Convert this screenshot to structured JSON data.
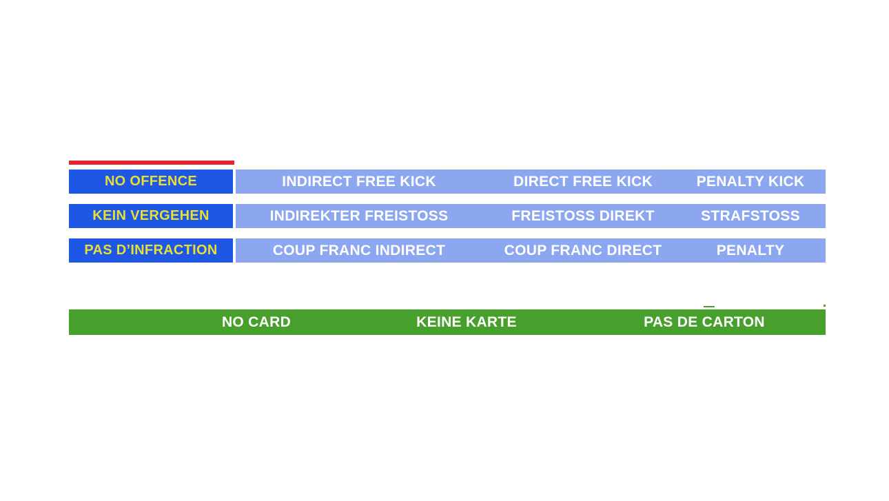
{
  "colors": {
    "accent_red": "#E9222B",
    "offence_blue": "#1E56E6",
    "sanction_light_blue": "#8CA6F0",
    "offence_text_yellow": "#E8DF35",
    "card_green": "#48A02C",
    "text_white": "#FFFFFF"
  },
  "table": {
    "rows": [
      {
        "offence": "NO OFFENCE",
        "sanctions": [
          "INDIRECT FREE KICK",
          "DIRECT FREE KICK",
          "PENALTY KICK"
        ]
      },
      {
        "offence": "KEIN VERGEHEN",
        "sanctions": [
          "INDIREKTER FREISTOSS",
          "FREISTOSS DIREKT",
          "STRAFSTOSS"
        ]
      },
      {
        "offence": "PAS D’INFRACTION",
        "sanctions": [
          "COUP FRANC INDIRECT",
          "COUP FRANC DIRECT",
          "PENALTY"
        ]
      }
    ]
  },
  "card_bar": {
    "labels": [
      "NO CARD",
      "KEINE KARTE",
      "PAS DE CARTON"
    ]
  }
}
